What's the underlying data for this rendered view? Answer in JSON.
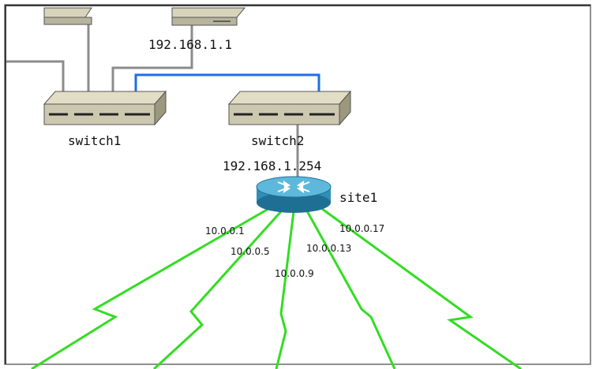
{
  "diagram": {
    "devices": {
      "gateway": {
        "ip_label": "192.168.1.1"
      },
      "switch1": {
        "name_label": "switch1"
      },
      "switch2": {
        "name_label": "switch2",
        "ip_label": "192.168.1.254"
      },
      "router": {
        "name_label": "site1"
      }
    },
    "wan_links": [
      {
        "label": "10.0.0.1"
      },
      {
        "label": "10.0.0.5"
      },
      {
        "label": "10.0.0.9"
      },
      {
        "label": "10.0.0.13"
      },
      {
        "label": "10.0.0.17"
      }
    ],
    "colors": {
      "lan_cable": "#8c8c8c",
      "trunk_cable": "#1e6fe6",
      "wan_link": "#33dd22",
      "device_body": "#ccc8b0",
      "router_body": "#2f8fb5"
    }
  }
}
